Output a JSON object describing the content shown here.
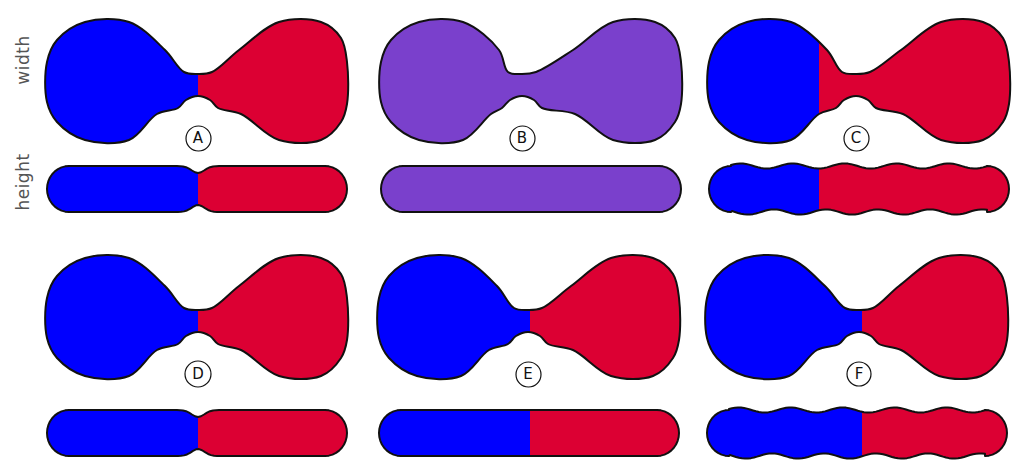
{
  "diagram": {
    "nodes": [
      {
        "text": [
          "A"
        ]
      },
      {
        "text": [
          "B"
        ]
      },
      {
        "text": [
          "C"
        ]
      },
      {
        "text": [
          "D"
        ]
      },
      {
        "text": [
          "E"
        ]
      },
      {
        "text": [
          "F"
        ]
      }
    ],
    "labels": [
      "width",
      "height"
    ]
  }
}
